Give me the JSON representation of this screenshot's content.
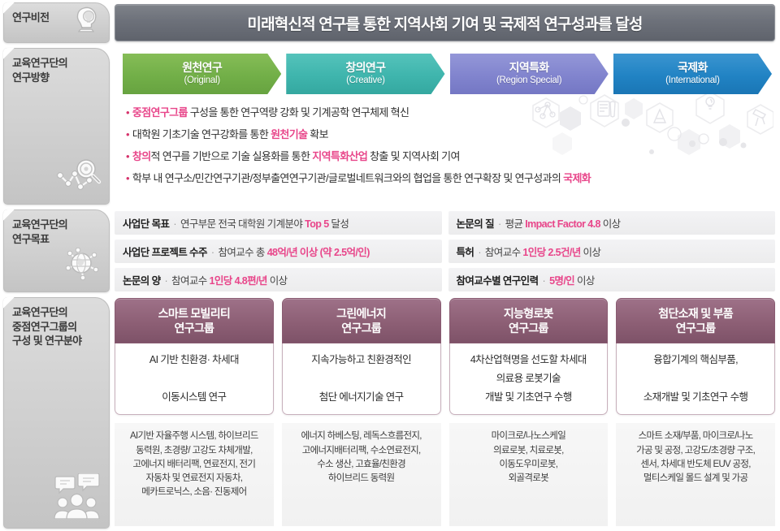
{
  "colors": {
    "vision_banner": "#6d717a",
    "chev_original": "#72af48",
    "chev_creative": "#3fb5ad",
    "chev_region": "#8184ce",
    "chev_international": "#2183c4",
    "highlight_pink": "#e8468a",
    "card_header_plum": "#8d5f75",
    "sidebar_gray": "#cfcfcf"
  },
  "sections": {
    "vision": {
      "sidebar_label": "연구비전",
      "icon": "head-lightbulb-icon",
      "banner_text": "미래혁신적 연구를 통한 지역사회 기여 및 국제적 연구성과를 달성"
    },
    "direction": {
      "sidebar_label": "교육연구단의\n연구방향",
      "icon": "magnifier-network-icon",
      "chevrons": [
        {
          "ko": "원천연구",
          "en": "(Original)",
          "color": "#72af48",
          "color2": "#86bd57"
        },
        {
          "ko": "창의연구",
          "en": "(Creative)",
          "color": "#3fb5ad",
          "color2": "#55c3bb"
        },
        {
          "ko": "지역특화",
          "en": "(Region Special)",
          "color": "#8184ce",
          "color2": "#9497d8"
        },
        {
          "ko": "국제화",
          "en": "(International)",
          "color": "#2183c4",
          "color2": "#3b95d0"
        }
      ],
      "bullets": [
        {
          "pre": "",
          "hl1": "중점연구그룹",
          "mid": " 구성을 통한 연구역량 강화 및 기계공학 연구체제 혁신",
          "hl2": "",
          "post": ""
        },
        {
          "pre": "대학원 기초기술 연구강화를 통한 ",
          "hl1": "원천기술",
          "mid": " 확보",
          "hl2": "",
          "post": ""
        },
        {
          "pre": "",
          "hl1": "창의",
          "mid": "적 연구를 기반으로 기술 실용화를 통한 ",
          "hl2": "지역특화산업",
          "post": " 창출 및 지역사회 기여"
        },
        {
          "pre": "학부 내 연구소/민간연구기관/정부출연연구기관/글로벌네트워크와의 협업을 통한 연구확장 및 연구성과의 ",
          "hl1": "국제화",
          "mid": "",
          "hl2": "",
          "post": ""
        }
      ]
    },
    "goals": {
      "sidebar_label": "교육연구단의\n연구목표",
      "icon": "globe-network-icon",
      "left": [
        {
          "label": "사업단 목표",
          "text_plain_1": "연구부문 전국 대학원 기계분야 ",
          "text_hl": "Top 5",
          "text_plain_2": " 달성"
        },
        {
          "label": "사업단 프로젝트 수주",
          "text_plain_1": "참여교수 총 ",
          "text_hl": "48억/년 이상 (약 2.5억/인)",
          "text_plain_2": ""
        },
        {
          "label": "논문의 양",
          "text_plain_1": "참여교수 ",
          "text_hl": "1인당 4.8편/년",
          "text_plain_2": " 이상"
        }
      ],
      "right": [
        {
          "label": "논문의 질",
          "text_plain_1": "평균 ",
          "text_hl": "Impact Factor 4.8",
          "text_plain_2": " 이상"
        },
        {
          "label": "특허",
          "text_plain_1": "참여교수 ",
          "text_hl": "1인당 2.5건/년",
          "text_plain_2": " 이상"
        },
        {
          "label": "참여교수별 연구인력",
          "text_plain_1": "",
          "text_hl": "5명/인",
          "text_plain_2": " 이상"
        }
      ]
    },
    "groups": {
      "sidebar_label": "교육연구단의\n중점연구그룹의\n구성 및 연구분야",
      "icon": "people-speech-icon",
      "cards": [
        {
          "title": "스마트 모빌리티\n연구그룹",
          "summary": "AI 기반 친환경·  차세대\n\n이동시스템 연구",
          "detail": "AI기반 자율주행 시스템, 하이브리드\n동력원, 초경량/ 고강도 차체개발,\n고에너지 배터리팩, 연료전지, 전기\n자동차 및 연료전지 자동차,\n메카트로닉스, 소음·  진동제어"
        },
        {
          "title": "그린에너지\n연구그룹",
          "summary": "지속가능하고 친환경적인\n\n첨단 에너지기술 연구",
          "detail": "에너지 하베스팅, 레독스흐름전지,\n고에너지배터리팩, 수소연료전지,\n수소 생산, 고효율/친환경\n하이브리드 동력원"
        },
        {
          "title": "지능형로봇\n연구그룹",
          "summary": "4차산업혁명을 선도할 차세대\n의료용 로봇기술\n개발 및 기초연구 수행",
          "detail": "마이크로/나노스케일\n의료로봇, 치료로봇,\n이동도우미로봇,\n외골격로봇"
        },
        {
          "title": "첨단소재 및 부품\n연구그룹",
          "summary": "융합기계의 핵심부품,\n\n소재개발 및 기초연구 수행",
          "detail": "스마트 소재/부품, 마이크로/나노\n가공 및 공정, 고강도/초경량 구조,\n센서, 차세대 반도체 EUV 공정,\n멀티스케일 몰드 설계 및 가공"
        }
      ]
    }
  }
}
